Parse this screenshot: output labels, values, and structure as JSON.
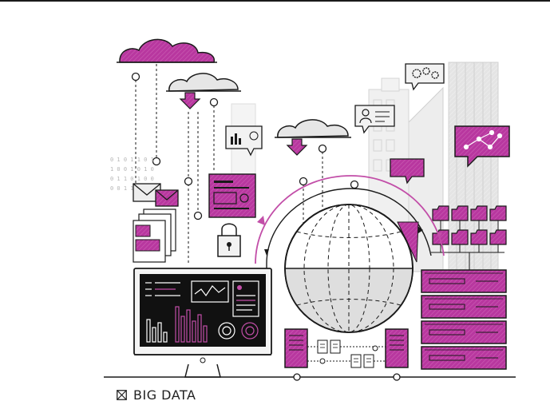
{
  "caption": {
    "text": "BIG DATA",
    "icon": "crossed-box-icon"
  },
  "colors": {
    "accent": "#b8379f",
    "accent_light": "#d77fc4",
    "ink": "#1a1a1a",
    "building": "#e6e6e6",
    "screen": "#111111",
    "globe": "#dcdcdc"
  },
  "binary_lines": [
    "0 1 0 1 1 0 1",
    "1 0 0 1 0 1 0",
    "0 1 1 0 1 0 0",
    "0 0 1 1 0 1 1"
  ]
}
